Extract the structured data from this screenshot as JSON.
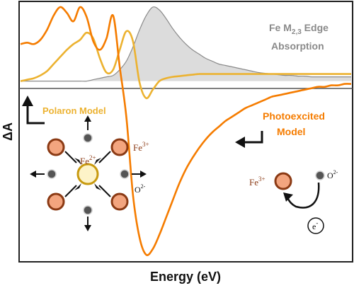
{
  "chart_data": {
    "type": "line",
    "xlabel": "Energy (eV)",
    "ylabel": "ΔA",
    "annotations": {
      "absorption": {
        "line1": "Fe M",
        "sub": "2,3",
        "line1_suffix": " Edge",
        "line2": "Absorption"
      },
      "polaron": "Polaron Model",
      "photoexcited": {
        "line1": "Photoexcited",
        "line2": "Model"
      }
    },
    "xlim": [
      0,
      100
    ],
    "ylim": [
      -125,
      55
    ],
    "series": [
      {
        "key": "photoexcited",
        "color": "#f57c00",
        "x": [
          0,
          2,
          4,
          6,
          8,
          10,
          12,
          14,
          16,
          18,
          20,
          22,
          24,
          26,
          28,
          30,
          32,
          34,
          36,
          38,
          40,
          42,
          44,
          46,
          48,
          50,
          52,
          54,
          56,
          58,
          60,
          62,
          64,
          66,
          68,
          70,
          72,
          74,
          76,
          78,
          80,
          82,
          84,
          86,
          88,
          90,
          92,
          94,
          96,
          98,
          100
        ],
        "y": [
          26,
          27,
          26,
          29,
          36,
          46,
          52,
          48,
          42,
          52,
          45,
          28,
          22,
          30,
          46,
          10,
          -25,
          -80,
          -110,
          -122,
          -118,
          -108,
          -96,
          -84,
          -72,
          -62,
          -54,
          -47,
          -41,
          -36,
          -32,
          -28,
          -25,
          -22,
          -19,
          -17,
          -15,
          -13,
          -11,
          -10,
          -9,
          -8,
          -7,
          -6,
          -5,
          -4,
          -4,
          -3,
          -3,
          -2,
          -2
        ]
      },
      {
        "key": "polaron",
        "color": "#ecb230",
        "x": [
          0,
          2,
          4,
          6,
          8,
          10,
          12,
          14,
          16,
          18,
          20,
          22,
          24,
          26,
          28,
          30,
          32,
          34,
          36,
          38,
          40,
          42,
          44,
          46,
          48,
          50,
          52,
          54,
          56,
          58,
          60,
          62,
          64,
          66,
          68,
          70,
          72,
          74,
          76,
          78,
          80,
          82,
          84,
          86,
          88,
          90,
          92,
          94,
          96,
          98,
          100
        ],
        "y": [
          0,
          1,
          2,
          4,
          7,
          12,
          17,
          22,
          26,
          29,
          34,
          30,
          16,
          6,
          8,
          22,
          35,
          28,
          -1,
          -12,
          -6,
          0,
          2,
          3,
          3.5,
          4,
          4.5,
          5,
          5,
          5,
          5,
          5,
          5,
          5,
          5,
          5,
          5,
          5,
          5,
          5,
          5,
          5,
          5,
          5,
          5,
          5,
          5,
          5,
          5,
          5,
          5
        ]
      },
      {
        "key": "absorption",
        "color": "#8a8a8a",
        "fill": "#dcdcdc",
        "x": [
          0,
          2,
          4,
          6,
          8,
          10,
          12,
          14,
          16,
          18,
          20,
          22,
          24,
          26,
          28,
          30,
          32,
          34,
          36,
          38,
          40,
          42,
          44,
          46,
          48,
          50,
          52,
          54,
          56,
          58,
          60,
          62,
          64,
          66,
          68,
          70,
          72,
          74,
          76,
          78,
          80,
          82,
          84,
          86,
          88,
          90,
          92,
          94,
          96,
          98,
          100
        ],
        "y": [
          0,
          0,
          0,
          0,
          0,
          0,
          0,
          0,
          0,
          0,
          0,
          1,
          2,
          3,
          4,
          8,
          14,
          24,
          36,
          46,
          52,
          50,
          44,
          37,
          31,
          26,
          22,
          19,
          16,
          14,
          12,
          11,
          10,
          9,
          8,
          7,
          6,
          5.5,
          5,
          4.5,
          4,
          4,
          3.5,
          3.5,
          3,
          3,
          3,
          3,
          3,
          3,
          3
        ]
      }
    ]
  },
  "lattice": {
    "center_label": "Fe",
    "center_sup": "2+",
    "fe_label": "Fe",
    "fe_sup": "3+",
    "o_label": "O",
    "o_sup": "2-",
    "transfer": {
      "fe_label": "Fe",
      "fe_sup": "3+",
      "o_label": "O",
      "o_sup": "2-",
      "electron": "e",
      "electron_sup": "-"
    }
  },
  "colors": {
    "fe_fill": "#f3a57f",
    "fe_stroke": "#8b3a14",
    "center_fill": "#fdf3c8",
    "center_stroke": "#c89a10",
    "oxygen_fill": "#555555"
  }
}
